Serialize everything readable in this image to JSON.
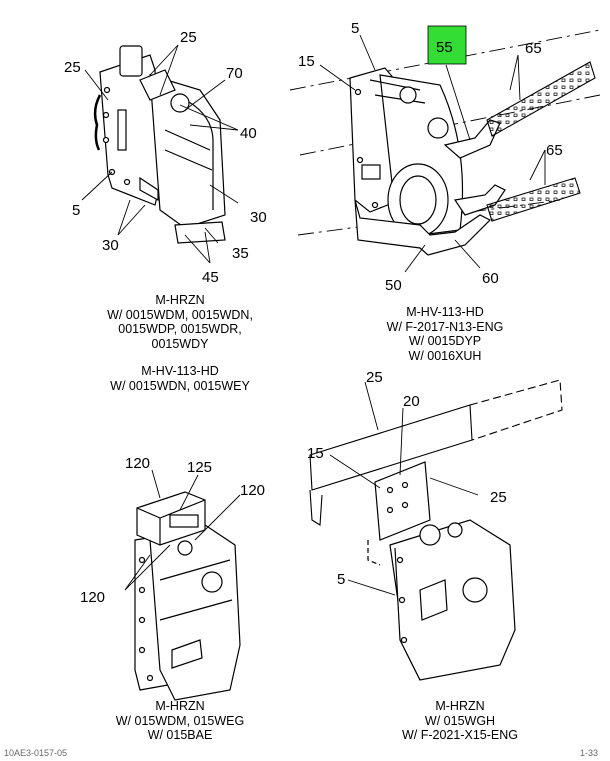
{
  "views": [
    {
      "id": "top-left",
      "captions": [
        [
          "M-HRZN",
          "W/ 0015WDM, 0015WDN,",
          "0015WDP, 0015WDR,",
          "0015WDY"
        ],
        [
          "M-HV-113-HD",
          "W/ 0015WDN, 0015WEY"
        ]
      ],
      "callouts": [
        "25",
        "25",
        "70",
        "40",
        "5",
        "30",
        "30",
        "35",
        "45"
      ]
    },
    {
      "id": "top-right",
      "captions": [
        [
          "M-HV-113-HD",
          "W/ F-2017-N13-ENG",
          "W/ 0015DYP",
          "W/ 0016XUH"
        ]
      ],
      "callouts": [
        "5",
        "15",
        "55",
        "65",
        "65",
        "50",
        "60"
      ],
      "highlighted_callout": "55"
    },
    {
      "id": "bottom-left",
      "captions": [
        [
          "M-HRZN",
          "W/ 015WDM, 015WEG",
          "W/ 015BAE"
        ]
      ],
      "callouts": [
        "120",
        "125",
        "120",
        "120"
      ]
    },
    {
      "id": "bottom-right",
      "captions": [
        [
          "M-HRZN",
          "W/ 015WGH",
          "W/ F-2021-X15-ENG"
        ]
      ],
      "callouts": [
        "25",
        "20",
        "15",
        "25",
        "5"
      ]
    }
  ],
  "colors": {
    "highlight": "#33dd33",
    "line": "#000000",
    "background": "#ffffff"
  },
  "footer": {
    "left": "10AE3-0157-05",
    "right": "1-33"
  }
}
